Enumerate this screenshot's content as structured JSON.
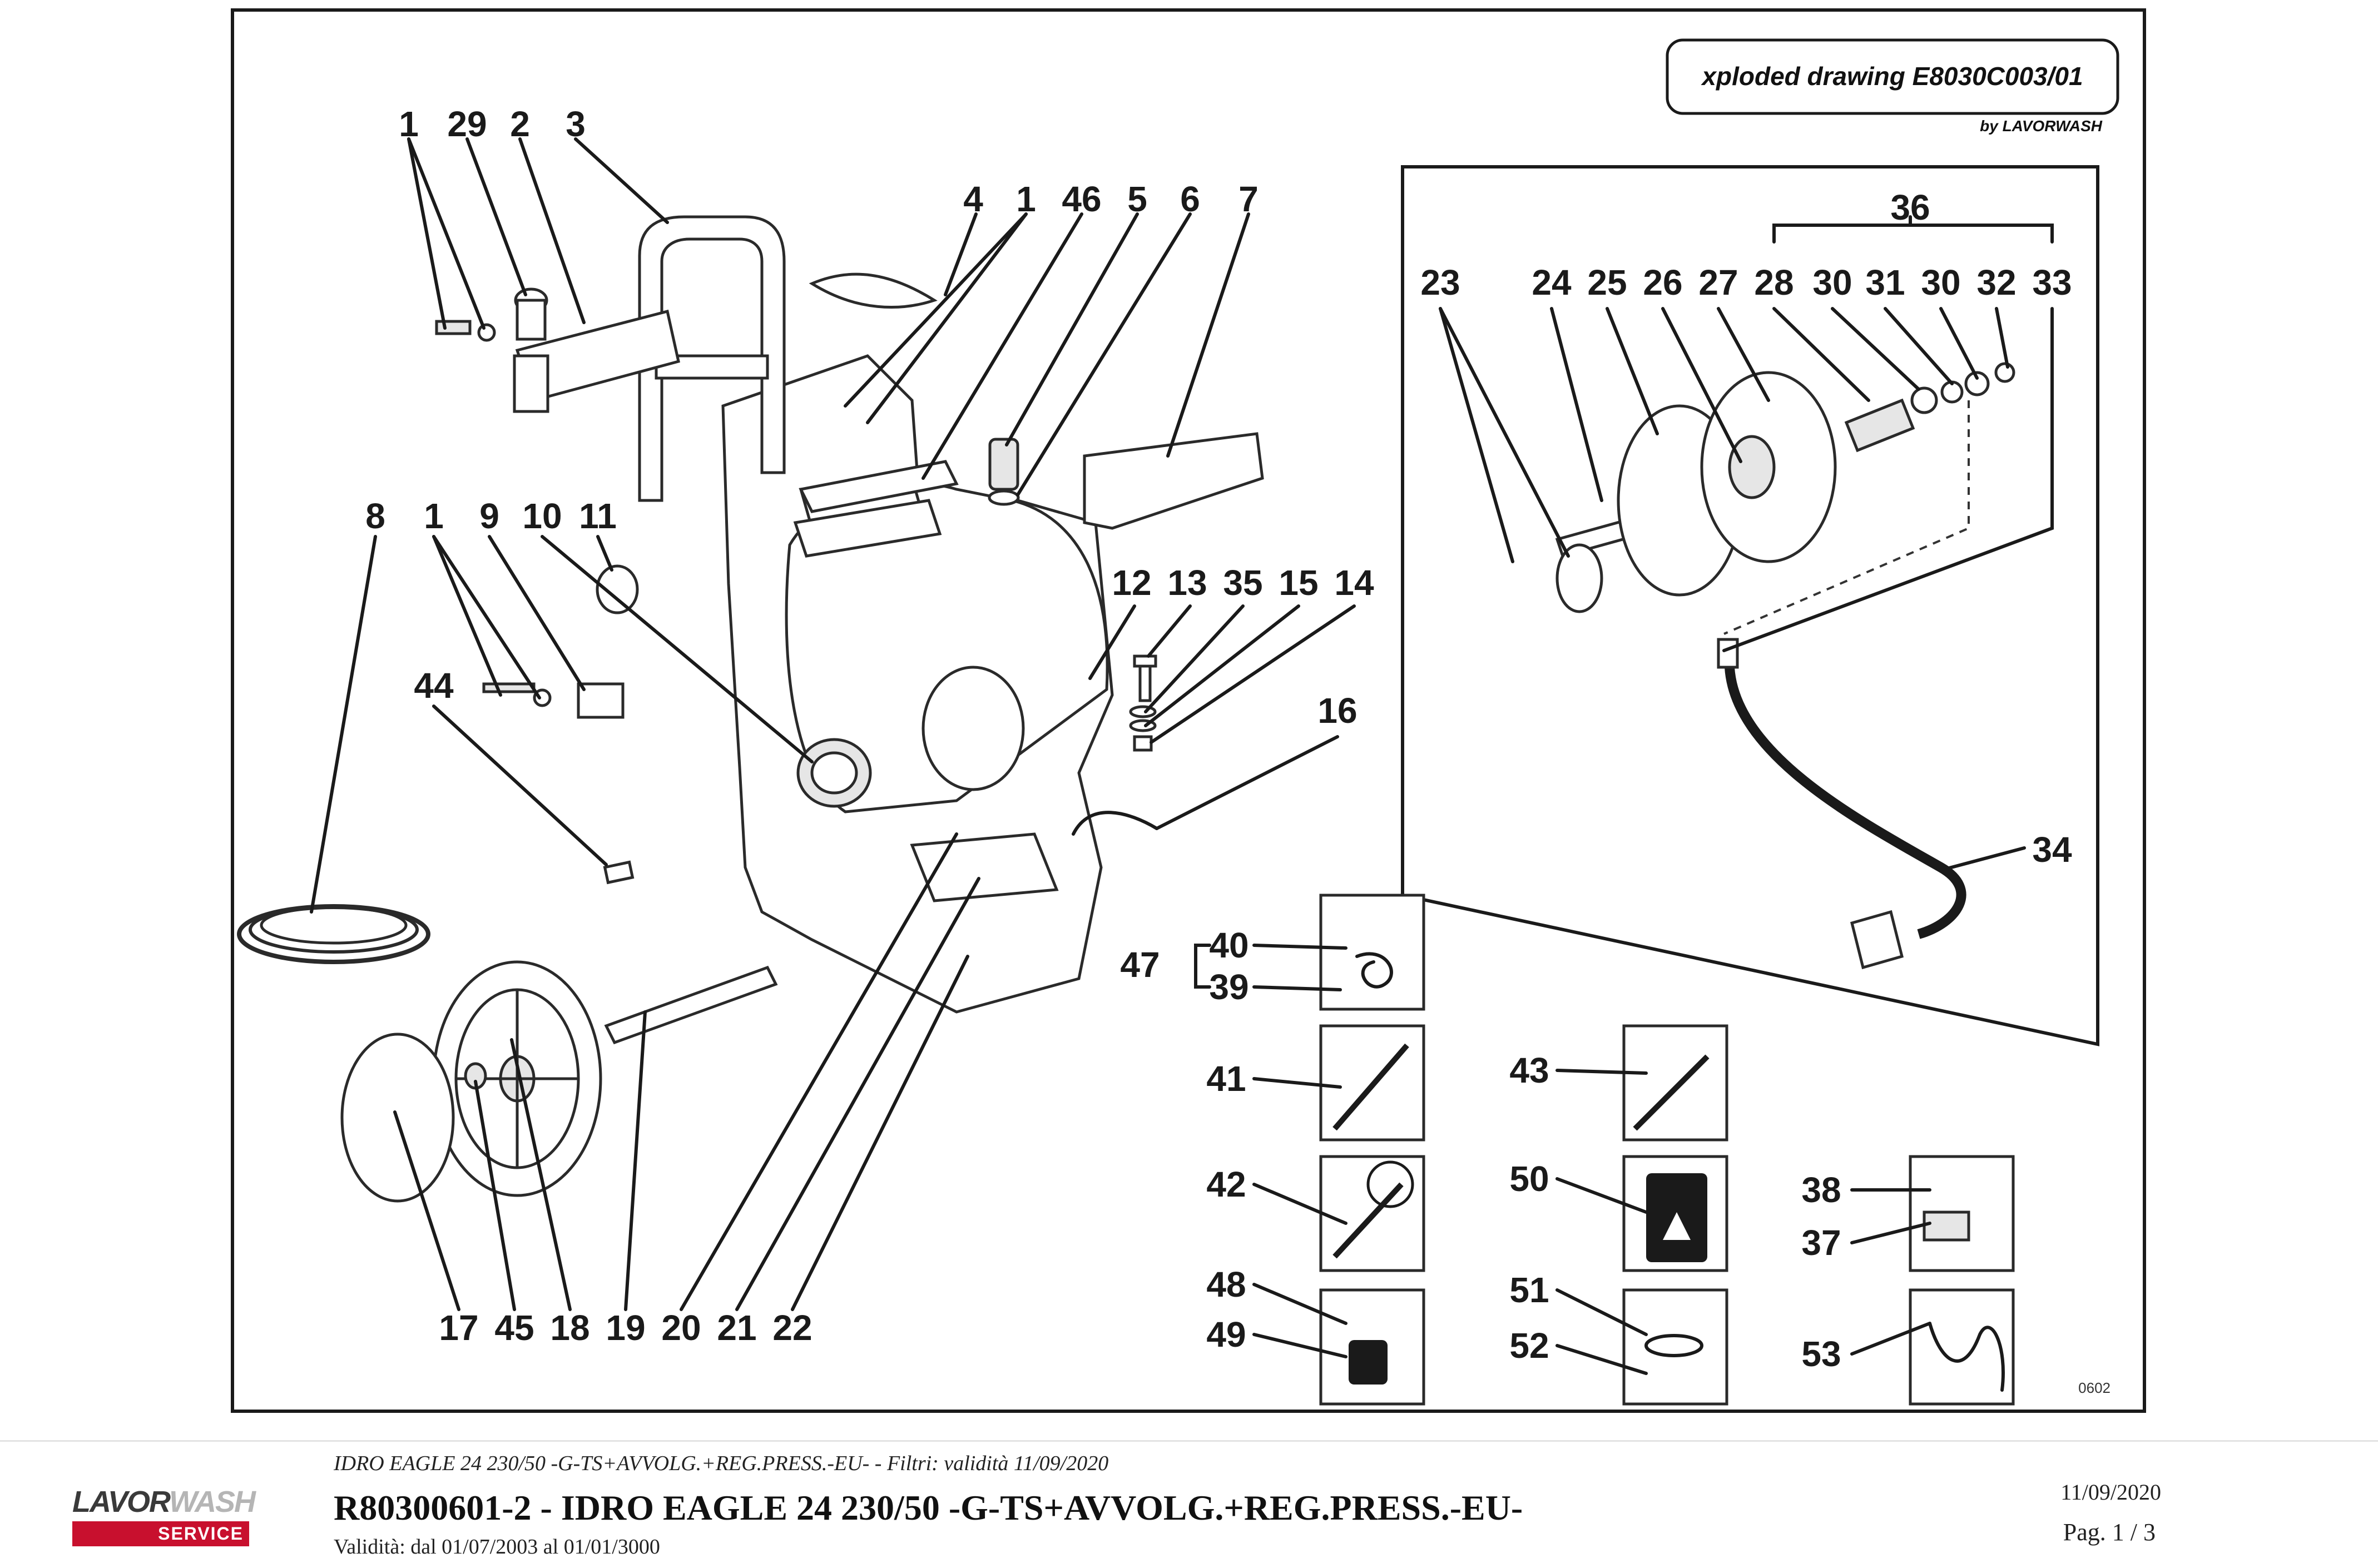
{
  "header": {
    "drawing_title": "xploded drawing E8030C003/01",
    "by_line": "by LAVORWASH"
  },
  "diagram": {
    "sheet_code": "0602",
    "labels": {
      "l1a": "1",
      "l29": "29",
      "l2": "2",
      "l3": "3",
      "l4": "4",
      "l1b": "1",
      "l46": "46",
      "l5": "5",
      "l6": "6",
      "l7": "7",
      "l8": "8",
      "l1c": "1",
      "l9": "9",
      "l10": "10",
      "l11": "11",
      "l44": "44",
      "l12": "12",
      "l13": "13",
      "l35": "35",
      "l15": "15",
      "l14": "14",
      "l16": "16",
      "l36": "36",
      "l23": "23",
      "l24": "24",
      "l25": "25",
      "l26": "26",
      "l27": "27",
      "l28": "28",
      "l30a": "30",
      "l31": "31",
      "l30b": "30",
      "l32": "32",
      "l33": "33",
      "l34": "34",
      "l47": "47",
      "l40": "40",
      "l39": "39",
      "l41": "41",
      "l42": "42",
      "l43": "43",
      "l50": "50",
      "l38": "38",
      "l37": "37",
      "l48": "48",
      "l49": "49",
      "l51": "51",
      "l52": "52",
      "l53": "53",
      "l17": "17",
      "l45": "45",
      "l18": "18",
      "l19": "19",
      "l20": "20",
      "l21": "21",
      "l22": "22"
    }
  },
  "footer": {
    "logo_dark": "LAVOR",
    "logo_light": "WASH",
    "logo_service": "SERVICE",
    "subtitle": "IDRO EAGLE 24 230/50 -G-TS+AVVOLG.+REG.PRESS.-EU- - Filtri: validità 11/09/2020",
    "title": "R80300601-2 - IDRO EAGLE 24 230/50 -G-TS+AVVOLG.+REG.PRESS.-EU-",
    "validity": "Validità: dal 01/07/2003 al 01/01/3000",
    "date": "11/09/2020",
    "page": "Pag. 1 / 3"
  },
  "colors": {
    "brand_red": "#c8102e",
    "ink": "#1a1a1a"
  }
}
